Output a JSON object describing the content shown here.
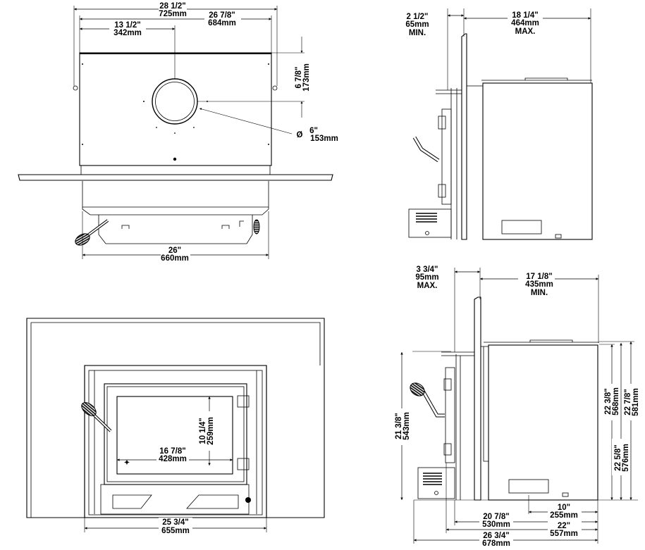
{
  "top_view": {
    "overall_width": {
      "in": "28 1/2\"",
      "mm": "725mm"
    },
    "body_width": {
      "in": "26 7/8\"",
      "mm": "684mm"
    },
    "flue_offset": {
      "in": "13 1/2\"",
      "mm": "342mm"
    },
    "flue_depth": {
      "in": "6 7/8\"",
      "mm": "173mm"
    },
    "flue_diameter": {
      "symbol": "Ø",
      "in": "6\"",
      "mm": "153mm"
    },
    "insert_width": {
      "in": "26\"",
      "mm": "660mm"
    }
  },
  "front_view": {
    "glass_height": {
      "in": "10 1/4\"",
      "mm": "259mm"
    },
    "glass_width": {
      "in": "16 7/8\"",
      "mm": "428mm"
    },
    "insert_width": {
      "in": "25 3/4\"",
      "mm": "655mm"
    }
  },
  "side_view_top": {
    "front_projection": {
      "in": "2 1/2\"",
      "mm": "65mm",
      "note": "MIN."
    },
    "rear_depth": {
      "in": "18 1/4\"",
      "mm": "464mm",
      "note": "MAX."
    }
  },
  "side_view_bottom": {
    "front_projection": {
      "in": "3 3/4\"",
      "mm": "95mm",
      "note": "MAX."
    },
    "rear_depth": {
      "in": "17 1/8\"",
      "mm": "435mm",
      "note": "MIN."
    },
    "height_front": {
      "in": "21 3/8\"",
      "mm": "543mm"
    },
    "height_body": {
      "in": "22 3/8\"",
      "mm": "568mm"
    },
    "height_mid": {
      "in": "22 5/8\"",
      "mm": "576mm"
    },
    "height_total": {
      "in": "22 7/8\"",
      "mm": "581mm"
    },
    "vent_offset": {
      "in": "10\"",
      "mm": "255mm"
    },
    "depth_frame": {
      "in": "20 7/8\"",
      "mm": "530mm"
    },
    "depth_door": {
      "in": "22\"",
      "mm": "557mm"
    },
    "depth_total": {
      "in": "26 3/4\"",
      "mm": "678mm"
    }
  }
}
